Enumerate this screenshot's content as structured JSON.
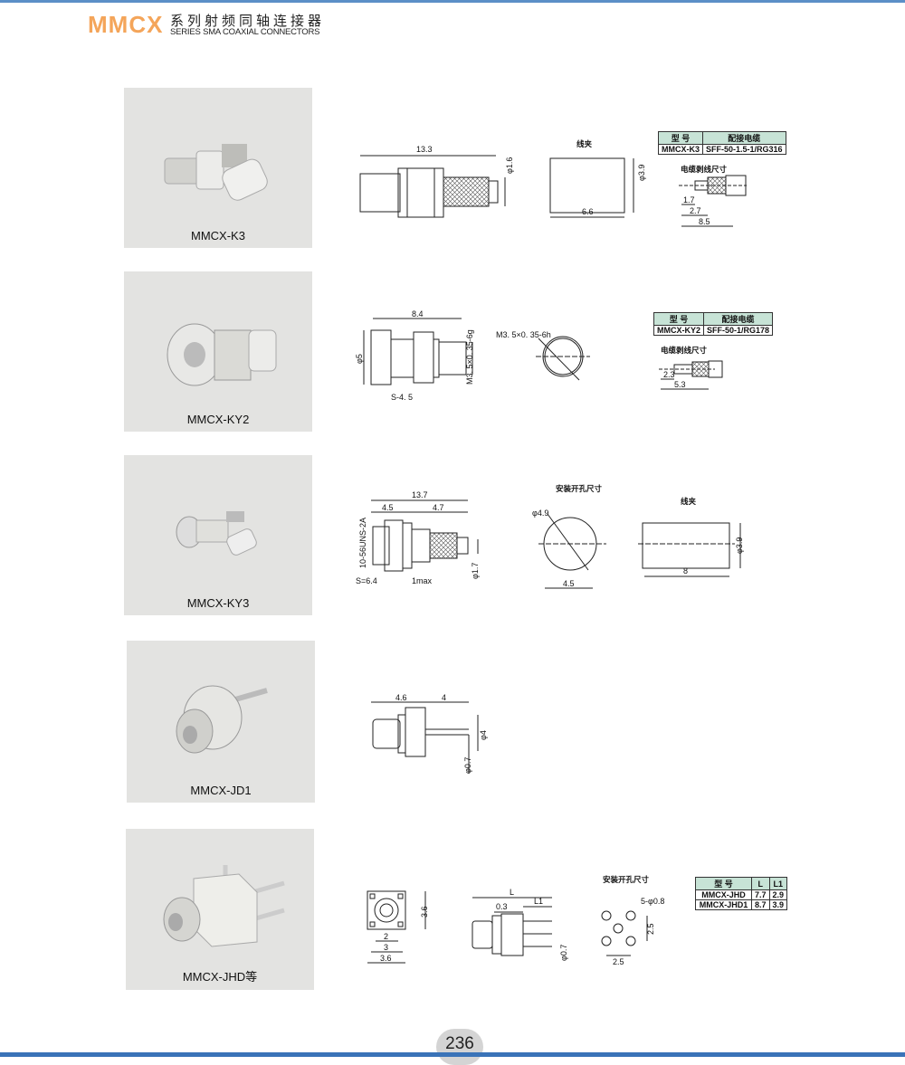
{
  "header": {
    "brand": "MMCX",
    "title_cn": "系列射频同轴连接器",
    "title_en": "SERIES SMA  COAXIAL CONNECTORS"
  },
  "products": [
    {
      "name": "MMCX-K3",
      "dims": {
        "length": "13.3",
        "pin": "φ1.6"
      },
      "clip": {
        "title": "线夹",
        "length": "6.6",
        "dia": "φ3.9"
      },
      "table": {
        "headers": [
          "型 号",
          "配接电缆"
        ],
        "rows": [
          [
            "MMCX-K3",
            "SFF-50-1.5-1/RG316"
          ]
        ]
      },
      "strip": {
        "title": "电缆剥线尺寸",
        "dims": [
          "1.7",
          "2.7",
          "8.5"
        ]
      }
    },
    {
      "name": "MMCX-KY2",
      "dims": {
        "length": "8.4",
        "dia": "φ5",
        "thread": "M3. 5×0. 35-6g",
        "hex": "S-4. 5"
      },
      "panel": {
        "thread": "M3. 5×0. 35-6h"
      },
      "table": {
        "headers": [
          "型 号",
          "配接电缆"
        ],
        "rows": [
          [
            "MMCX-KY2",
            "SFF-50-1/RG178"
          ]
        ]
      },
      "strip": {
        "title": "电缆剥线尺寸",
        "dims": [
          "2.3",
          "5.3"
        ]
      }
    },
    {
      "name": "MMCX-KY3",
      "dims": {
        "length": "13.7",
        "a": "4.5",
        "b": "4.7",
        "thread": "10-56UNS-2A",
        "hex": "S=6.4",
        "max": "1max",
        "pin": "φ1.7"
      },
      "panel": {
        "title": "安装开孔尺寸",
        "dia": "φ4.9",
        "flat": "4.5"
      },
      "clip": {
        "title": "线夹",
        "length": "8",
        "dia": "φ3.9"
      }
    },
    {
      "name": "MMCX-JD1",
      "dims": {
        "a": "4.6",
        "b": "4",
        "pin": "φ0.7",
        "dia": "φ4"
      }
    },
    {
      "name": "MMCX-JHD等",
      "dims": {
        "w1": "2",
        "w2": "3",
        "w3": "3.6",
        "L": "L",
        "L1": "L1",
        "gap": "0.3",
        "pin": "φ0.7"
      },
      "panel": {
        "title": "安装开孔尺寸",
        "hole": "5-φ0.8",
        "pitch": "2.5"
      },
      "table": {
        "headers": [
          "型 号",
          "L",
          "L1"
        ],
        "rows": [
          [
            "MMCX-JHD",
            "7.7",
            "2.9"
          ],
          [
            "MMCX-JHD1",
            "8.7",
            "3.9"
          ]
        ]
      }
    }
  ],
  "footer": {
    "page": "236"
  }
}
